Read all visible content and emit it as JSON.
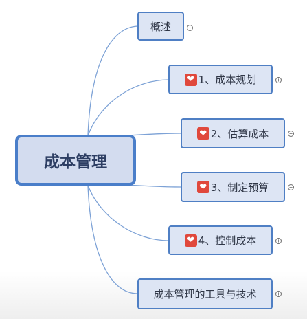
{
  "root": {
    "label": "成本管理"
  },
  "topics": [
    {
      "label": "概述",
      "icon": ""
    },
    {
      "label": "1、成本规划",
      "icon": "heart-icon"
    },
    {
      "label": "2、估算成本",
      "icon": "heart-icon"
    },
    {
      "label": "3、制定预算",
      "icon": "heart-icon"
    },
    {
      "label": "4、控制成本",
      "icon": "heart-icon"
    },
    {
      "label": "成本管理的工具与技术",
      "icon": ""
    }
  ],
  "colors": {
    "connector": "#7da2d6",
    "node_border": "#4f7fc4",
    "node_fill": "#dde5f4",
    "heart_badge": "#e0483c"
  }
}
